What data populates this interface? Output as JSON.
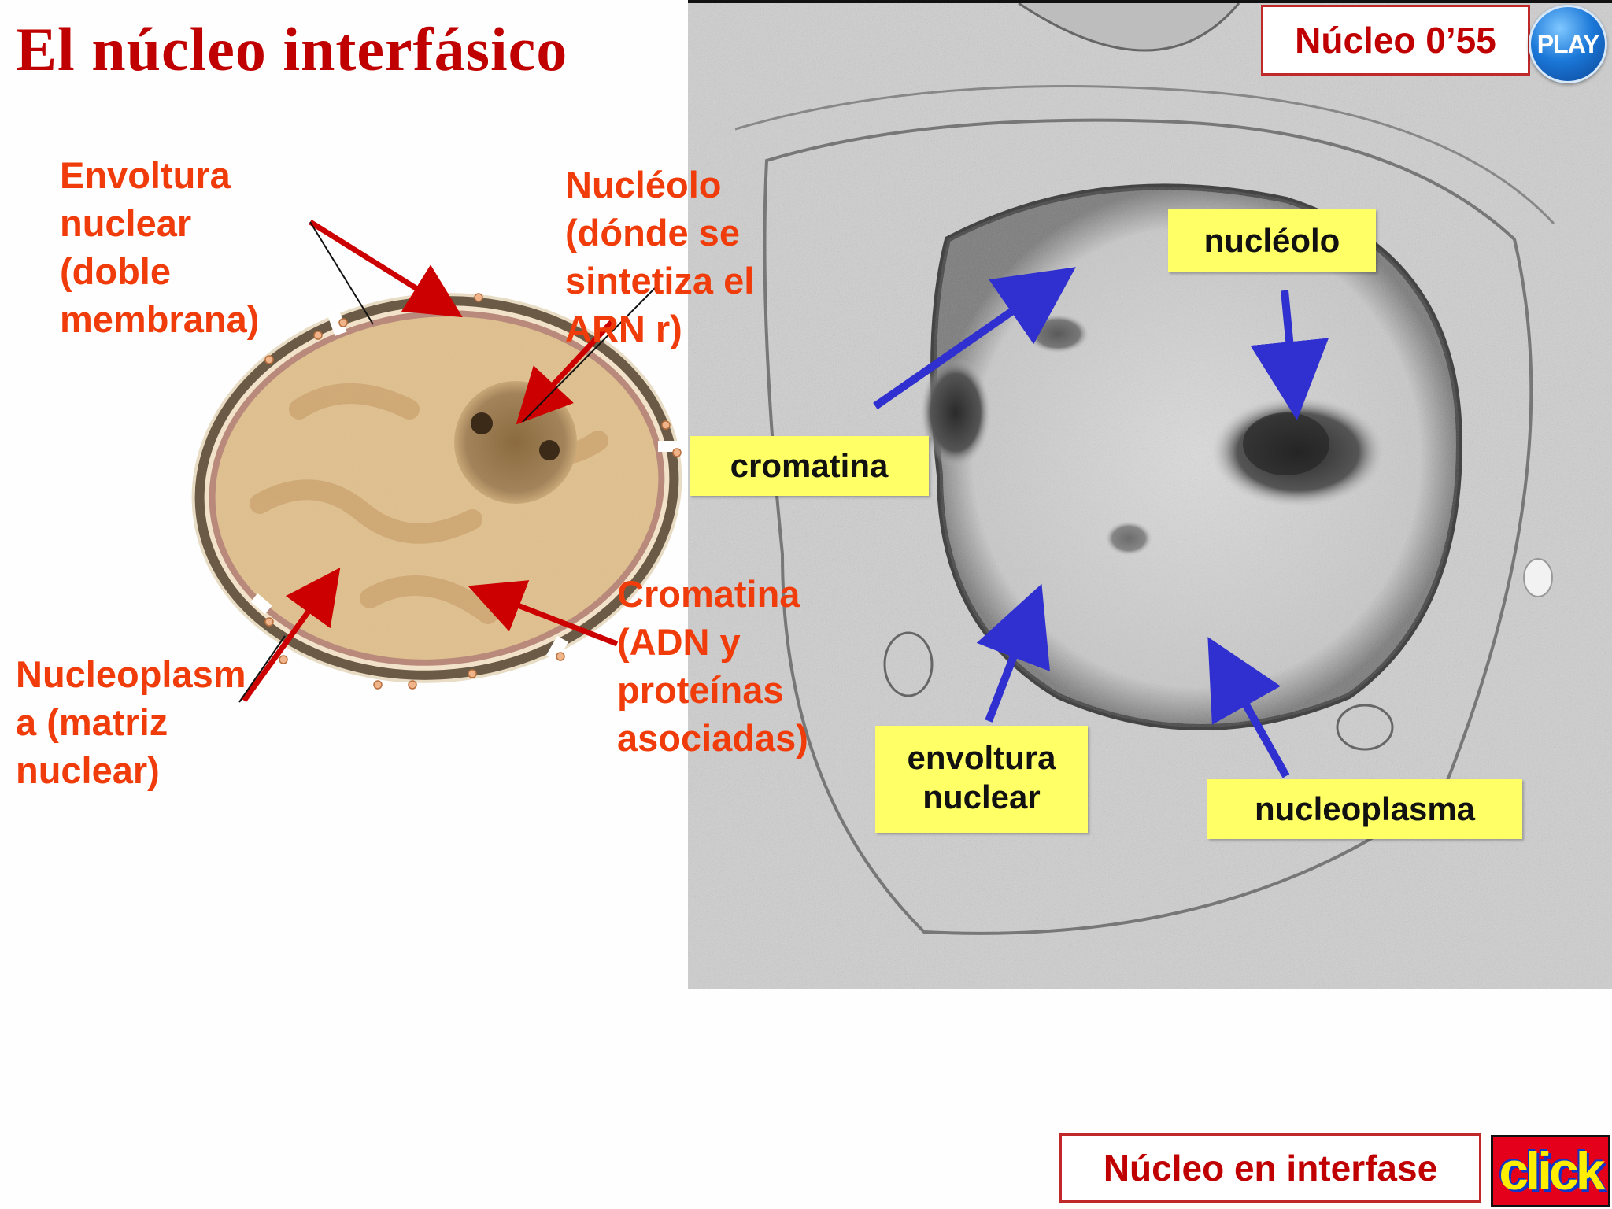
{
  "title": "El núcleo interfásico",
  "labels": {
    "envoltura": "Envoltura\nnuclear\n(doble\nmembrana)",
    "nucleolo": "Nucléolo\n(dónde se\nsintetiza el\nARN r)",
    "cromatina": "Cromatina\n(ADN y\nproteínas\nasociadas)",
    "nucleoplasma": "Nucleoplasm\na (matriz\nnuclear)"
  },
  "micrograph_tags": {
    "nucleolo": "nucléolo",
    "cromatina": "cromatina",
    "envoltura": "envoltura\nnuclear",
    "nucleoplasma": "nucleoplasma"
  },
  "buttons": {
    "nucleo_video": "Núcleo 0’55",
    "play": "PLAY",
    "nucleo_interfase": "Núcleo en interfase",
    "click": "click"
  },
  "colors": {
    "title": "#c00000",
    "label": "#f03c0a",
    "tag_bg": "#ffff66",
    "blue_arrow": "#3030d0",
    "red_arrow": "#cc0000"
  }
}
